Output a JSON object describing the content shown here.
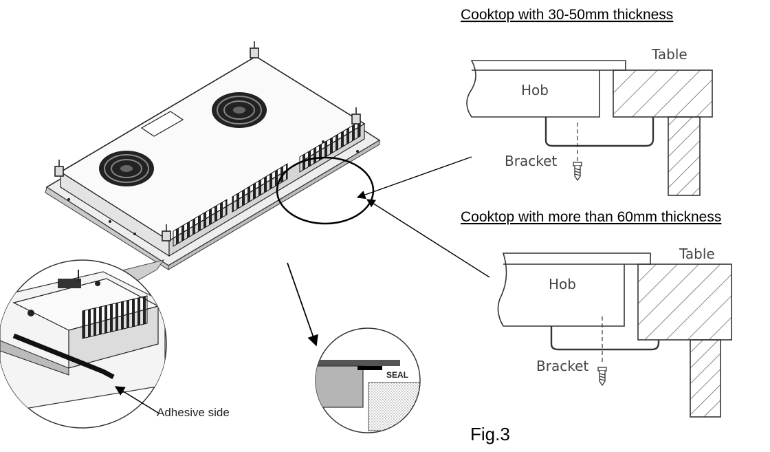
{
  "figure": {
    "heading_top": "Cooktop with 30-50mm thickness",
    "heading_bottom": "Cooktop with more than 60mm thickness",
    "fig_label": "Fig.3",
    "top_detail": {
      "hob": "Hob",
      "table": "Table",
      "bracket": "Bracket"
    },
    "bottom_detail": {
      "hob": "Hob",
      "table": "Table",
      "bracket": "Bracket"
    },
    "adhesive_label": "Adhesive side",
    "seal_label": "SEAL"
  }
}
